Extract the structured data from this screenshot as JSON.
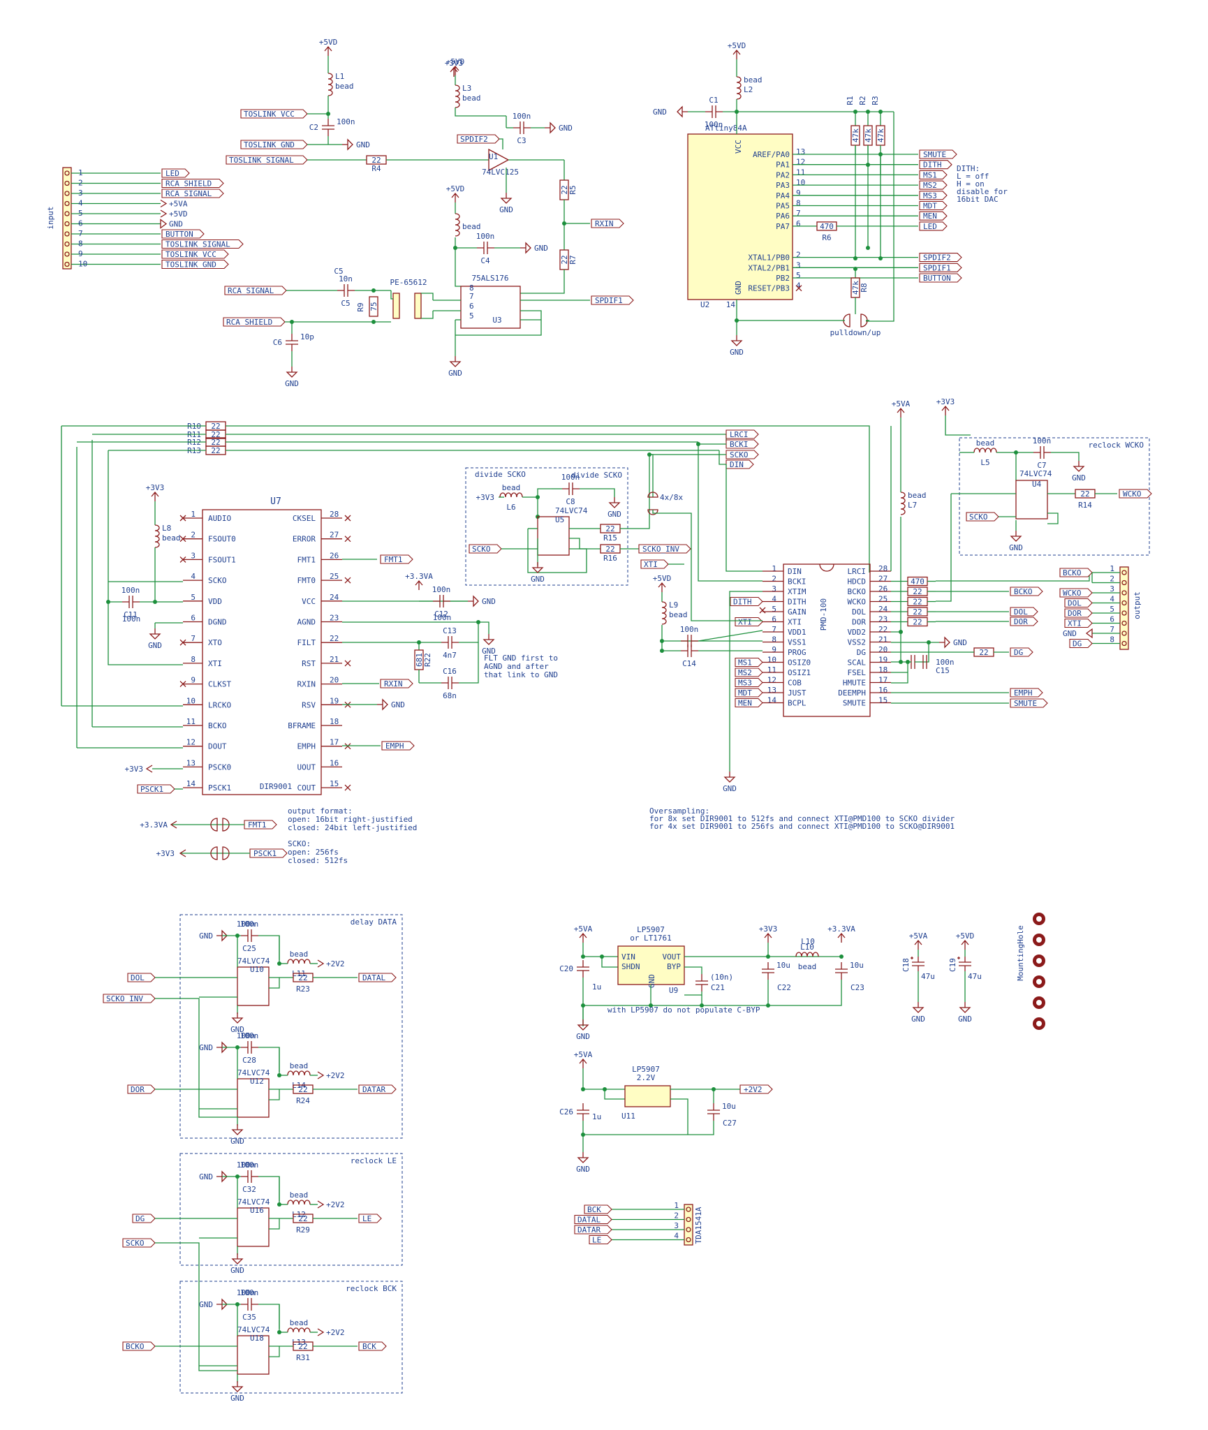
{
  "input_connector": {
    "title": "input",
    "pins": [
      {
        "n": "1",
        "label": "LED"
      },
      {
        "n": "2",
        "label": "RCA_SHIELD"
      },
      {
        "n": "3",
        "label": "RCA_SIGNAL"
      },
      {
        "n": "4",
        "label": "+5VA"
      },
      {
        "n": "5",
        "label": "+5VD"
      },
      {
        "n": "6",
        "label": "GND"
      },
      {
        "n": "7",
        "label": "BUTTON"
      },
      {
        "n": "8",
        "label": "TOSLINK_SIGNAL"
      },
      {
        "n": "9",
        "label": "TOSLINK_VCC"
      },
      {
        "n": "10",
        "label": "TOSLINK_GND"
      }
    ]
  },
  "receiver": {
    "supply": "+5VD",
    "L1": "L1",
    "L1_val": "bead",
    "C2": "C2",
    "C2_val": "100n",
    "toslink_vcc": "TOSLINK_VCC",
    "toslink_gnd": "TOSLINK_GND",
    "toslink_signal": "TOSLINK_SIGNAL",
    "R4": "R4",
    "R4_val": "22",
    "gnd": "GND",
    "L3": "L3",
    "L3_val": "bead",
    "C3": "C3",
    "C3_val": "100n",
    "spdif2": "SPDIF2",
    "U1": "U1",
    "U1_part": "74LVC125",
    "R5": "R5",
    "R5_val": "22",
    "rxin": "RXIN",
    "L_bead": "bead",
    "C4": "C4",
    "C4_val": "100n",
    "R7": "R7",
    "R7_val": "22",
    "rca_signal": "RCA_SIGNAL",
    "rca_shield": "RCA_SHIELD",
    "C5": "C5",
    "C5_val": "10n",
    "transformer": "PE-65612",
    "R9": "R9",
    "R9_val": "75",
    "C6": "C6",
    "C6_val": "10p",
    "U3": "U3",
    "U3_part": "75ALS176",
    "spdif1": "SPDIF1"
  },
  "mcu": {
    "supply": "+5VD",
    "C1": "C1",
    "C1_val": "100n",
    "L2": "L2",
    "L2_val": "bead",
    "gnd": "GND",
    "part": "ATtiny84A",
    "ref": "U2",
    "vcc": "VCC",
    "gnd_pin": "GND",
    "pins_right": [
      {
        "n": "13",
        "name": "AREF/PA0",
        "net": "SMUTE"
      },
      {
        "n": "12",
        "name": "PA1",
        "net": "DITH"
      },
      {
        "n": "11",
        "name": "PA2",
        "net": "MS1"
      },
      {
        "n": "10",
        "name": "PA3",
        "net": "MS2"
      },
      {
        "n": "9",
        "name": "PA4",
        "net": "MS3"
      },
      {
        "n": "8",
        "name": "PA5",
        "net": "MDT"
      },
      {
        "n": "7",
        "name": "PA6",
        "net": "MEN"
      },
      {
        "n": "6",
        "name": "PA7",
        "net": "LED"
      },
      {
        "n": "2",
        "name": "XTAL1/PB0",
        "net": "SPDIF2"
      },
      {
        "n": "3",
        "name": "XTAL2/PB1",
        "net": "SPDIF1"
      },
      {
        "n": "5",
        "name": "PB2",
        "net": "BUTTON"
      },
      {
        "n": "4",
        "name": "RESET/PB3",
        "net": ""
      }
    ],
    "R1": "R1",
    "R2": "R2",
    "R3": "R3",
    "Rpull": "47k",
    "R6": "R6",
    "R6_val": "470",
    "R8": "R8",
    "jumper": "pulldown/up",
    "pin14": "14",
    "pin1": "1",
    "note": [
      "DITH:",
      "L = off",
      "H = on",
      "disable for",
      "16bit DAC"
    ]
  },
  "dir9001": {
    "ref": "U7",
    "part": "DIR9001",
    "supply": "+3V3",
    "L8": "L8",
    "L8_val": "bead",
    "C11": "C11",
    "C11_val": "100n",
    "left": [
      {
        "n": "1",
        "name": "AUDIO"
      },
      {
        "n": "2",
        "name": "FSOUT0"
      },
      {
        "n": "3",
        "name": "FSOUT1"
      },
      {
        "n": "4",
        "name": "SCKO"
      },
      {
        "n": "5",
        "name": "VDD"
      },
      {
        "n": "6",
        "name": "DGND"
      },
      {
        "n": "7",
        "name": "XTO"
      },
      {
        "n": "8",
        "name": "XTI"
      },
      {
        "n": "9",
        "name": "CLKST"
      },
      {
        "n": "10",
        "name": "LRCKO"
      },
      {
        "n": "11",
        "name": "BCKO"
      },
      {
        "n": "12",
        "name": "DOUT"
      },
      {
        "n": "13",
        "name": "PSCK0"
      },
      {
        "n": "14",
        "name": "PSCK1"
      }
    ],
    "right": [
      {
        "n": "28",
        "name": "CKSEL"
      },
      {
        "n": "27",
        "name": "ERROR"
      },
      {
        "n": "26",
        "name": "FMT1"
      },
      {
        "n": "25",
        "name": "FMT0"
      },
      {
        "n": "24",
        "name": "VCC"
      },
      {
        "n": "23",
        "name": "AGND"
      },
      {
        "n": "22",
        "name": "FILT"
      },
      {
        "n": "21",
        "name": "RST"
      },
      {
        "n": "20",
        "name": "RXIN"
      },
      {
        "n": "19",
        "name": "RSV"
      },
      {
        "n": "18",
        "name": "BFRAME"
      },
      {
        "n": "17",
        "name": "EMPH"
      },
      {
        "n": "16",
        "name": "UOUT"
      },
      {
        "n": "15",
        "name": "COUT"
      }
    ],
    "R10": "R10",
    "R11": "R11",
    "R12": "R12",
    "R13": "R13",
    "R_val": "22",
    "C12": "C12",
    "C12_val": "100n",
    "C13": "C13",
    "C13_val": "4n7",
    "C16": "C16",
    "C16_val": "68n",
    "R22": "R22",
    "R22_val": "681",
    "vcc33a": "+3.3VA",
    "filt_note": [
      "FLT GND first to",
      "AGND and after",
      "that link to GND"
    ],
    "psck0_net": "+3V3",
    "psck1_net": "PSCK1",
    "fmt1_net": "FMT1",
    "rxin_net": "RXIN",
    "emph_net": "EMPH",
    "jp1_left": "+3.3VA",
    "jp1_right": "FMT1",
    "jp2_left": "+3V3",
    "jp2_right": "PSCK1",
    "fmt_note": [
      "output format:",
      "open: 16bit right-justified",
      "closed: 24bit left-justified"
    ],
    "scko_note": [
      "SCKO:",
      "open: 256fs",
      "closed: 512fs"
    ]
  },
  "divider": {
    "title": "divide SCKO",
    "supply": "+3V3",
    "L6": "L6",
    "L6_val": "bead",
    "C8": "C8",
    "C8_val": "100n",
    "U5": "U5",
    "U5_part": "74LVC74",
    "R15": "R15",
    "R16": "R16",
    "R_val": "22",
    "scko": "SCKO",
    "scko_inv": "SCKO_INV",
    "jumper": "4x/8x",
    "xti": "XTI"
  },
  "bus_labels": [
    "LRCI",
    "BCKI",
    "SCKO",
    "DIN"
  ],
  "reclock_wcko": {
    "title": "reclock WCKO",
    "supply": "+3V3",
    "L5": "L5",
    "L5_val": "bead",
    "C7": "C7",
    "C7_val": "100n",
    "U4": "U4",
    "U4_part": "74LVC74",
    "R14": "R14",
    "R14_val": "22",
    "scko": "SCKO",
    "wcko": "WCKO"
  },
  "pmd100": {
    "part": "PMD-100",
    "supply5va": "+5VA",
    "L7": "L7",
    "L7_val": "bead",
    "L9": "L9",
    "L9_val": "bead",
    "supply5vd": "+5VD",
    "C14": "C14",
    "C14_val": "100n",
    "C15": "C15",
    "C15_val": "100n",
    "left": [
      {
        "n": "1",
        "name": "DIN"
      },
      {
        "n": "2",
        "name": "BCKI"
      },
      {
        "n": "3",
        "name": "XTIM"
      },
      {
        "n": "4",
        "name": "DITH"
      },
      {
        "n": "5",
        "name": "GAIN"
      },
      {
        "n": "6",
        "name": "XTI"
      },
      {
        "n": "7",
        "name": "VDD1"
      },
      {
        "n": "8",
        "name": "VSS1"
      },
      {
        "n": "9",
        "name": "PROG"
      },
      {
        "n": "10",
        "name": "OSIZ0"
      },
      {
        "n": "11",
        "name": "OSIZ1"
      },
      {
        "n": "12",
        "name": "COB"
      },
      {
        "n": "13",
        "name": "JUST"
      },
      {
        "n": "14",
        "name": "BCPL"
      }
    ],
    "right": [
      {
        "n": "28",
        "name": "LRCI"
      },
      {
        "n": "27",
        "name": "HDCD"
      },
      {
        "n": "26",
        "name": "BCKO"
      },
      {
        "n": "25",
        "name": "WCKO"
      },
      {
        "n": "24",
        "name": "DOL"
      },
      {
        "n": "23",
        "name": "DOR"
      },
      {
        "n": "22",
        "name": "VDD2"
      },
      {
        "n": "21",
        "name": "VSS2"
      },
      {
        "n": "20",
        "name": "DG"
      },
      {
        "n": "19",
        "name": "SCAL"
      },
      {
        "n": "18",
        "name": "FSEL"
      },
      {
        "n": "17",
        "name": "HMUTE"
      },
      {
        "n": "16",
        "name": "DEEMPH"
      },
      {
        "n": "15",
        "name": "SMUTE"
      }
    ],
    "left_nets": [
      "",
      "",
      "",
      "DITH",
      "",
      "XTI",
      "",
      "",
      "",
      "MS1",
      "MS2",
      "MS3",
      "MDT",
      "MEN"
    ],
    "right_nets": [
      "",
      "470",
      "BCKO",
      "WCKO",
      "DOL",
      "DOR",
      "",
      "",
      "DG",
      "",
      "",
      "",
      "EMPH",
      "SMUTE"
    ],
    "r_val": "22",
    "r_hdcd": "470",
    "gnd": "GND"
  },
  "output_connector": {
    "title": "output",
    "pins": [
      {
        "n": "1",
        "label": "BCKO"
      },
      {
        "n": "2",
        "label": ""
      },
      {
        "n": "3",
        "label": "WCKO"
      },
      {
        "n": "4",
        "label": "DOL"
      },
      {
        "n": "5",
        "label": "DOR"
      },
      {
        "n": "6",
        "label": "XTI"
      },
      {
        "n": "7",
        "label": "GND"
      },
      {
        "n": "8",
        "label": "DG"
      }
    ]
  },
  "oversampling_note": [
    "Oversampling:",
    "for 8x set DIR9001 to 512fs and connect XTI@PMD100 to SCKO divider",
    "for 4x set DIR9001 to 256fs and connect XTI@PMD100 to SCKO@DIR9001"
  ],
  "reclock_blocks": [
    {
      "title": "delay DATA",
      "cap": "C25",
      "cap_val": "100n",
      "ic": "U10",
      "part": "74LVC74",
      "bead": "L11",
      "bead_val": "bead",
      "res": "R23",
      "res_val": "22",
      "supply": "+2V2",
      "in": "DOL",
      "out": "DATAL",
      "clk": "SCKO_INV"
    },
    {
      "title": "",
      "cap": "C28",
      "cap_val": "100n",
      "ic": "U12",
      "part": "74LVC74",
      "bead": "L14",
      "bead_val": "bead",
      "res": "R24",
      "res_val": "22",
      "supply": "+2V2",
      "in": "DOR",
      "out": "DATAR",
      "clk": ""
    },
    {
      "title": "reclock LE",
      "cap": "C32",
      "cap_val": "100n",
      "ic": "U16",
      "part": "74LVC74",
      "bead": "L12",
      "bead_val": "bead",
      "res": "R29",
      "res_val": "22",
      "supply": "+2V2",
      "in": "DG",
      "out": "LE",
      "clk": "SCKO"
    },
    {
      "title": "reclock BCK",
      "cap": "C35",
      "cap_val": "100n",
      "ic": "U18",
      "part": "74LVC74",
      "bead": "L13",
      "bead_val": "bead",
      "res": "R31",
      "res_val": "22",
      "supply": "+2V2",
      "in": "BCKO",
      "out": "BCK",
      "clk": ""
    }
  ],
  "reg1": {
    "part": "LP5907",
    "part2": "or LT1761",
    "ref": "U9",
    "vin": "VIN",
    "shdn": "SHDN",
    "vout": "VOUT",
    "byp": "BYP",
    "gnd": "GND",
    "supply_in": "+5VA",
    "supply_out": "+3V3",
    "supply_out2": "+3.3VA",
    "C20": "C20",
    "C20_val": "1u",
    "C21": "C21",
    "C21_val": "(10n)",
    "C22": "C22",
    "C22_val": "10u",
    "L10": "L10",
    "L10_val": "bead",
    "C23": "C23",
    "C23_val": "10u",
    "note": "with LP5907 do not populate C-BYP"
  },
  "reg2": {
    "part": "LP5907",
    "part2": "2.2V",
    "ref": "U11",
    "supply_in": "+5VA",
    "supply_out": "+2V2",
    "C26": "C26",
    "C26_val": "1u",
    "C27": "C27",
    "C27_val": "10u"
  },
  "bulk": {
    "C18": "C18",
    "C18_val": "47u",
    "C18_net": "+5VA",
    "C19": "C19",
    "C19_val": "47u",
    "C19_net": "+5VD"
  },
  "mounting": "MountingHole",
  "tda_connector": {
    "ref": "TDA1541A",
    "pins": [
      {
        "n": "1",
        "label": "BCK"
      },
      {
        "n": "2",
        "label": "DATAL"
      },
      {
        "n": "3",
        "label": "DATAR"
      },
      {
        "n": "4",
        "label": "LE"
      }
    ]
  },
  "gnd_label": "GND",
  "colors": {
    "wire": "#1c8f3c",
    "component": "#8b1a1a",
    "text": "#1f3f8f",
    "chip": "#fffdc4"
  }
}
